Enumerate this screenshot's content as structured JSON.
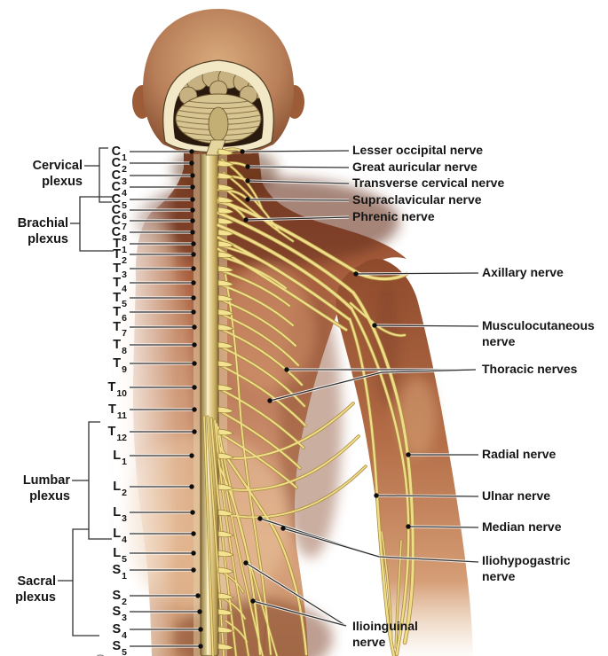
{
  "diagram": {
    "spinal_levels": [
      {
        "base": "C",
        "sub": "1"
      },
      {
        "base": "C",
        "sub": "2"
      },
      {
        "base": "C",
        "sub": "3"
      },
      {
        "base": "C",
        "sub": "4"
      },
      {
        "base": "C",
        "sub": "5"
      },
      {
        "base": "C",
        "sub": "6"
      },
      {
        "base": "C",
        "sub": "7"
      },
      {
        "base": "C",
        "sub": "8"
      },
      {
        "base": "T",
        "sub": "1"
      },
      {
        "base": "T",
        "sub": "2"
      },
      {
        "base": "T",
        "sub": "3"
      },
      {
        "base": "T",
        "sub": "4"
      },
      {
        "base": "T",
        "sub": "5"
      },
      {
        "base": "T",
        "sub": "6"
      },
      {
        "base": "T",
        "sub": "7"
      },
      {
        "base": "T",
        "sub": "8"
      },
      {
        "base": "T",
        "sub": "9"
      },
      {
        "base": "T",
        "sub": "10"
      },
      {
        "base": "T",
        "sub": "11"
      },
      {
        "base": "T",
        "sub": "12"
      },
      {
        "base": "L",
        "sub": "1"
      },
      {
        "base": "L",
        "sub": "2"
      },
      {
        "base": "L",
        "sub": "3"
      },
      {
        "base": "L",
        "sub": "4"
      },
      {
        "base": "L",
        "sub": "5"
      },
      {
        "base": "S",
        "sub": "1"
      },
      {
        "base": "S",
        "sub": "2"
      },
      {
        "base": "S",
        "sub": "3"
      },
      {
        "base": "S",
        "sub": "4"
      },
      {
        "base": "S",
        "sub": "5"
      }
    ],
    "plexuses": [
      {
        "id": "cervical-plexus",
        "lines": [
          "Cervical",
          "plexus"
        ]
      },
      {
        "id": "brachial-plexus",
        "lines": [
          "Brachial",
          "plexus"
        ]
      },
      {
        "id": "lumbar-plexus",
        "lines": [
          "Lumbar",
          "plexus"
        ]
      },
      {
        "id": "sacral-plexus",
        "lines": [
          "Sacral",
          "plexus"
        ]
      }
    ],
    "nerve_labels": [
      {
        "id": "lesser-occipital-nerve",
        "lines": [
          "Lesser occipital nerve"
        ]
      },
      {
        "id": "great-auricular-nerve",
        "lines": [
          "Great auricular nerve"
        ]
      },
      {
        "id": "transverse-cervical-nerve",
        "lines": [
          "Transverse cervical nerve"
        ]
      },
      {
        "id": "supraclavicular-nerve",
        "lines": [
          "Supraclavicular nerve"
        ]
      },
      {
        "id": "phrenic-nerve",
        "lines": [
          "Phrenic nerve"
        ]
      },
      {
        "id": "axillary-nerve",
        "lines": [
          "Axillary nerve"
        ]
      },
      {
        "id": "musculocutaneous-nerve",
        "lines": [
          "Musculocutaneous",
          "nerve"
        ]
      },
      {
        "id": "thoracic-nerves",
        "lines": [
          "Thoracic nerves"
        ]
      },
      {
        "id": "radial-nerve",
        "lines": [
          "Radial nerve"
        ]
      },
      {
        "id": "ulnar-nerve",
        "lines": [
          "Ulnar nerve"
        ]
      },
      {
        "id": "median-nerve",
        "lines": [
          "Median nerve"
        ]
      },
      {
        "id": "iliohypogastric-nerve",
        "lines": [
          "Iliohypogastric",
          "nerve"
        ]
      },
      {
        "id": "ilioinguinal-nerve",
        "lines": [
          "Ilioinguinal",
          "nerve"
        ]
      }
    ],
    "colors": {
      "nerve_yellow": "#f0dd8a",
      "nerve_outline": "#a98c3e",
      "skin_mid": "#b06a48",
      "bone_cream": "#f2e8c6",
      "label_text": "#151515",
      "leader_line": "#2f2f2f"
    }
  }
}
